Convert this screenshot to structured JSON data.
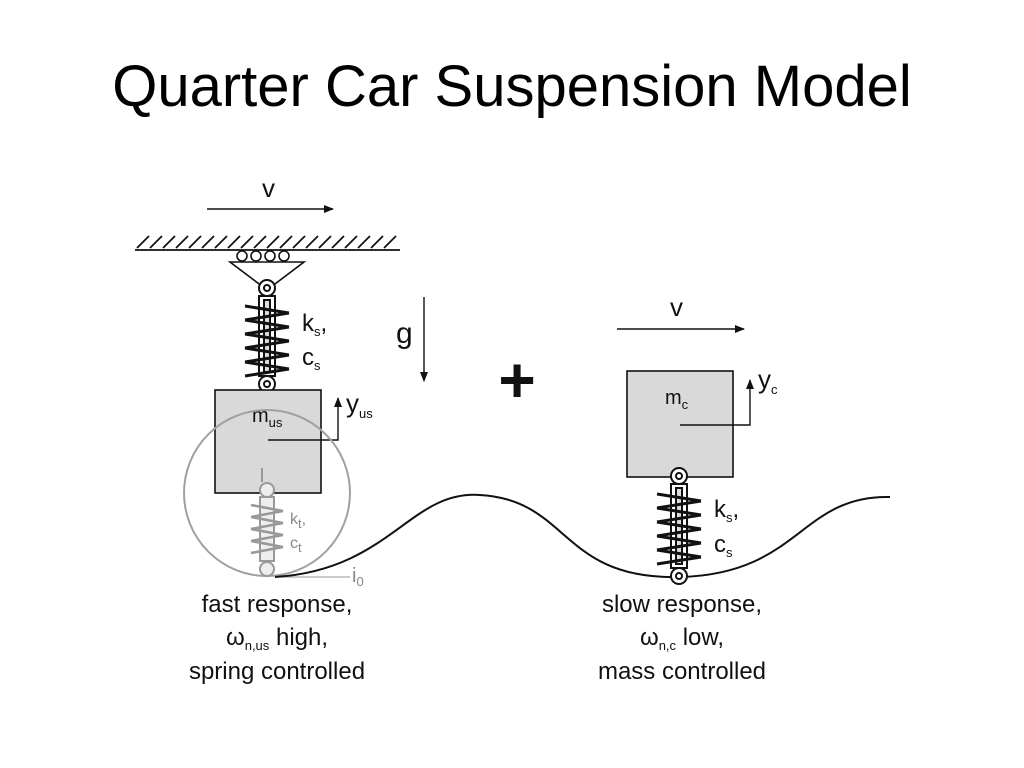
{
  "title": "Quarter Car Suspension Model",
  "plus_symbol": "+",
  "left": {
    "velocity": "v",
    "gravity": "g",
    "spring_k": "k",
    "spring_k_sub": "s",
    "spring_c": "c",
    "spring_c_sub": "s",
    "mass": "m",
    "mass_sub": "us",
    "disp": "y",
    "disp_sub": "us",
    "tire_k": "k",
    "tire_k_sub": "t",
    "tire_c": "c",
    "tire_c_sub": "t",
    "contact": "i",
    "contact_sub": "0",
    "caption_line1": "fast response,",
    "caption_omega": "ω",
    "caption_omega_sub": "n,us",
    "caption_line2_rest": " high,",
    "caption_line3": "spring controlled"
  },
  "right": {
    "velocity": "v",
    "mass": "m",
    "mass_sub": "c",
    "disp": "y",
    "disp_sub": "c",
    "spring_k": "k",
    "spring_k_sub": "s",
    "spring_c": "c",
    "spring_c_sub": "s",
    "caption_line1": "slow response,",
    "caption_omega": "ω",
    "caption_omega_sub": "n,c",
    "caption_line2_rest": " low,",
    "caption_line3": "mass controlled"
  },
  "colors": {
    "mass_fill": "#d9d9d9",
    "tire_circle": "#a0a0a0",
    "ink": "#111111"
  }
}
